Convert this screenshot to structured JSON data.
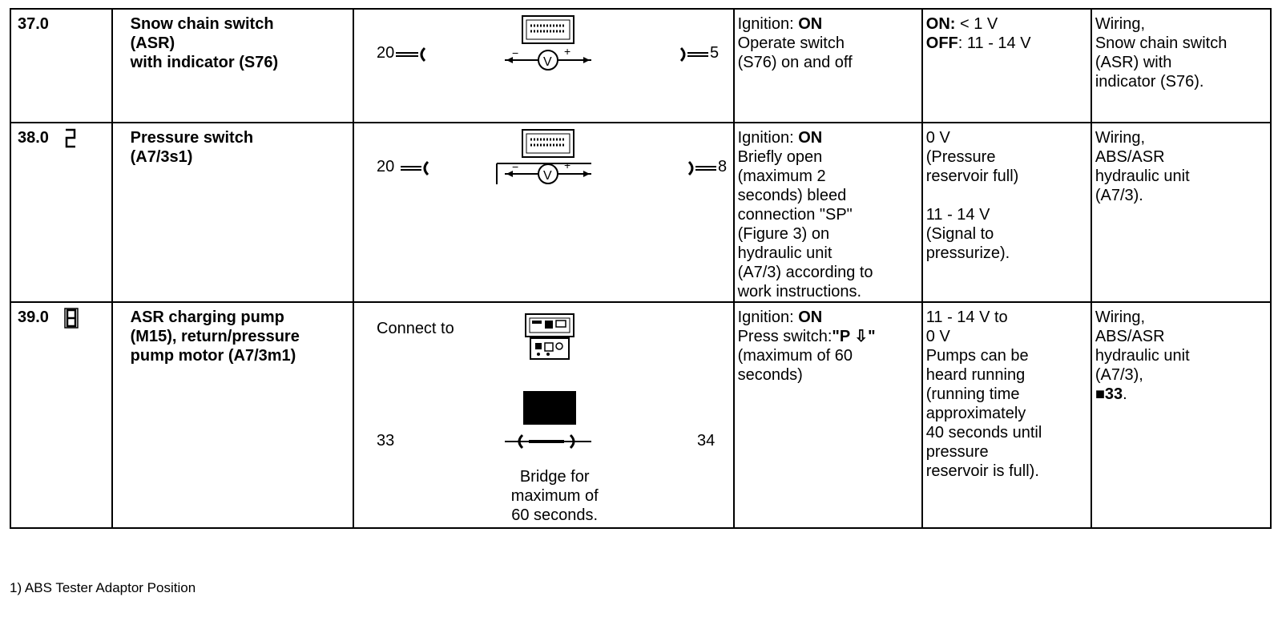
{
  "rows": [
    {
      "number": "37.0",
      "component": [
        "Snow chain switch",
        "(ASR)",
        "with indicator (S76)"
      ],
      "diagram": {
        "left_pin": "20",
        "right_pin": "5"
      },
      "conditions": [
        [
          {
            "t": "Ignition: "
          },
          {
            "t": "ON",
            "b": true
          }
        ],
        [
          {
            "t": "Operate switch"
          }
        ],
        [
          {
            "t": "(S76) on and off"
          }
        ]
      ],
      "nominal": [
        [
          {
            "t": "ON:",
            "b": true
          },
          {
            "t": " < 1 V"
          }
        ],
        [
          {
            "t": "OFF",
            "b": true
          },
          {
            "t": ": 11 - 14 V"
          }
        ]
      ],
      "remedy": [
        "Wiring,",
        "Snow chain switch",
        "(ASR) with",
        "indicator (S76)."
      ]
    },
    {
      "number": "38.0",
      "digit_icon": "seven-segment-digit-2-icon",
      "component": [
        "Pressure switch",
        "(A7/3s1)"
      ],
      "diagram": {
        "left_pin": "20",
        "right_pin": "8"
      },
      "conditions": [
        [
          {
            "t": "Ignition: "
          },
          {
            "t": "ON",
            "b": true
          }
        ],
        [
          {
            "t": "Briefly open"
          }
        ],
        [
          {
            "t": "(maximum 2"
          }
        ],
        [
          {
            "t": "seconds) bleed"
          }
        ],
        [
          {
            "t": "connection \"SP\""
          }
        ],
        [
          {
            "t": "(Figure 3) on"
          }
        ],
        [
          {
            "t": "hydraulic unit"
          }
        ],
        [
          {
            "t": "(A7/3) according to"
          }
        ],
        [
          {
            "t": "work instructions."
          }
        ]
      ],
      "nominal": [
        [
          {
            "t": "0 V"
          }
        ],
        [
          {
            "t": "(Pressure"
          }
        ],
        [
          {
            "t": "reservoir full)"
          }
        ],
        [
          {
            "t": ""
          }
        ],
        [
          {
            "t": "11 - 14 V"
          }
        ],
        [
          {
            "t": "(Signal to"
          }
        ],
        [
          {
            "t": "pressurize)."
          }
        ]
      ],
      "remedy": [
        "Wiring,",
        "ABS/ASR",
        "hydraulic unit",
        "(A7/3)."
      ]
    },
    {
      "number": "39.0",
      "digit_icon": "seven-segment-digit-8-icon",
      "component": [
        "ASR charging pump",
        "(M15), return/pressure",
        "pump motor (A7/3m1)"
      ],
      "diagram": {
        "connect_label": "Connect to",
        "left_pin": "33",
        "right_pin": "34",
        "bridge_caption": [
          "Bridge for",
          "maximum of",
          "60 seconds."
        ]
      },
      "conditions": [
        [
          {
            "t": "Ignition: "
          },
          {
            "t": "ON",
            "b": true
          }
        ],
        [
          {
            "t": "Press switch:"
          },
          {
            "t": "\"P ⇩\"",
            "b": true
          }
        ],
        [
          {
            "t": "(maximum of 60"
          }
        ],
        [
          {
            "t": "seconds)"
          }
        ]
      ],
      "nominal": [
        [
          {
            "t": "11 - 14 V to"
          }
        ],
        [
          {
            "t": "0 V"
          }
        ],
        [
          {
            "t": "Pumps can be"
          }
        ],
        [
          {
            "t": "heard running"
          }
        ],
        [
          {
            "t": "(running time"
          }
        ],
        [
          {
            "t": "approximately"
          }
        ],
        [
          {
            "t": "40 seconds until"
          }
        ],
        [
          {
            "t": "pressure"
          }
        ],
        [
          {
            "t": "reservoir is full)."
          }
        ]
      ],
      "remedy_lines": [
        [
          {
            "t": "Wiring,"
          }
        ],
        [
          {
            "t": "ABS/ASR"
          }
        ],
        [
          {
            "t": "hydraulic unit"
          }
        ],
        [
          {
            "t": "(A7/3),"
          }
        ],
        [
          {
            "t": "■",
            "b": true
          },
          {
            "t": "33",
            "b": true
          },
          {
            "t": "."
          }
        ]
      ]
    }
  ],
  "footnote": "1) ABS Tester Adaptor Position"
}
